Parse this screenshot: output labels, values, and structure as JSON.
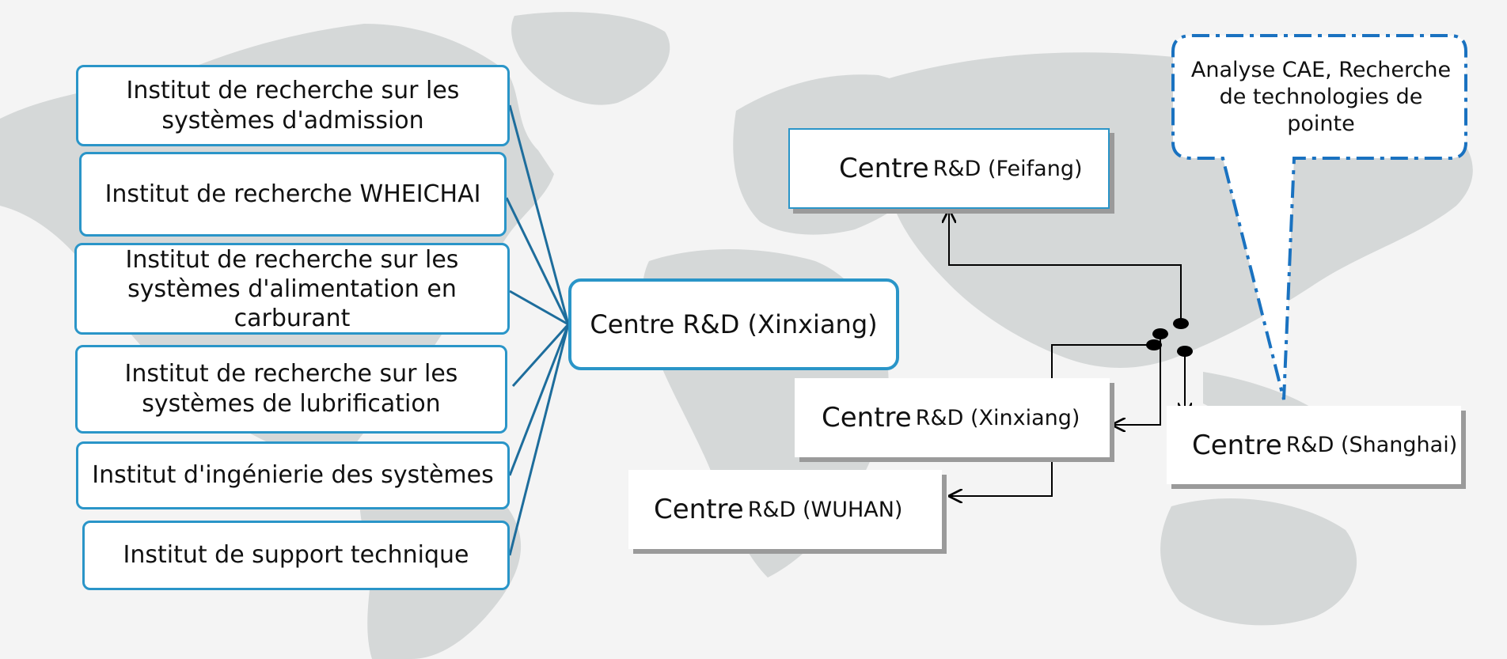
{
  "institutes": [
    {
      "line1": "Institut de recherche sur les",
      "line2": "systèmes d'admission",
      "line3": ""
    },
    {
      "line1": "Institut de recherche WHEICHAI",
      "line2": "",
      "line3": ""
    },
    {
      "line1": "Institut de recherche sur les",
      "line2": "systèmes d'alimentation en",
      "line3": "carburant"
    },
    {
      "line1": "Institut de recherche sur les",
      "line2": "systèmes de lubrification",
      "line3": ""
    },
    {
      "line1": "Institut d'ingénierie des systèmes",
      "line2": "",
      "line3": ""
    },
    {
      "line1": "Institut de support technique",
      "line2": "",
      "line3": ""
    }
  ],
  "hub": {
    "label": "Centre R&D (Xinxiang)"
  },
  "centres": {
    "feifang": {
      "prefix": "Centre",
      "name": "R&D (Feifang)"
    },
    "xinxiang": {
      "prefix": "Centre",
      "name": "R&D (Xinxiang)"
    },
    "shanghai": {
      "prefix": "Centre",
      "name": "R&D (Shanghai)"
    },
    "wuhan": {
      "prefix": "Centre",
      "name": "R&D (WUHAN)"
    }
  },
  "callout": {
    "line1": "Analyse CAE, Recherche",
    "line2": "de technologies de",
    "line3": "pointe"
  },
  "colors": {
    "box_border": "#2a95c8",
    "connector": "#1d6d9c",
    "callout_border": "#1a72c0",
    "map_land": "#d5d8d8",
    "background": "#f4f4f4"
  }
}
